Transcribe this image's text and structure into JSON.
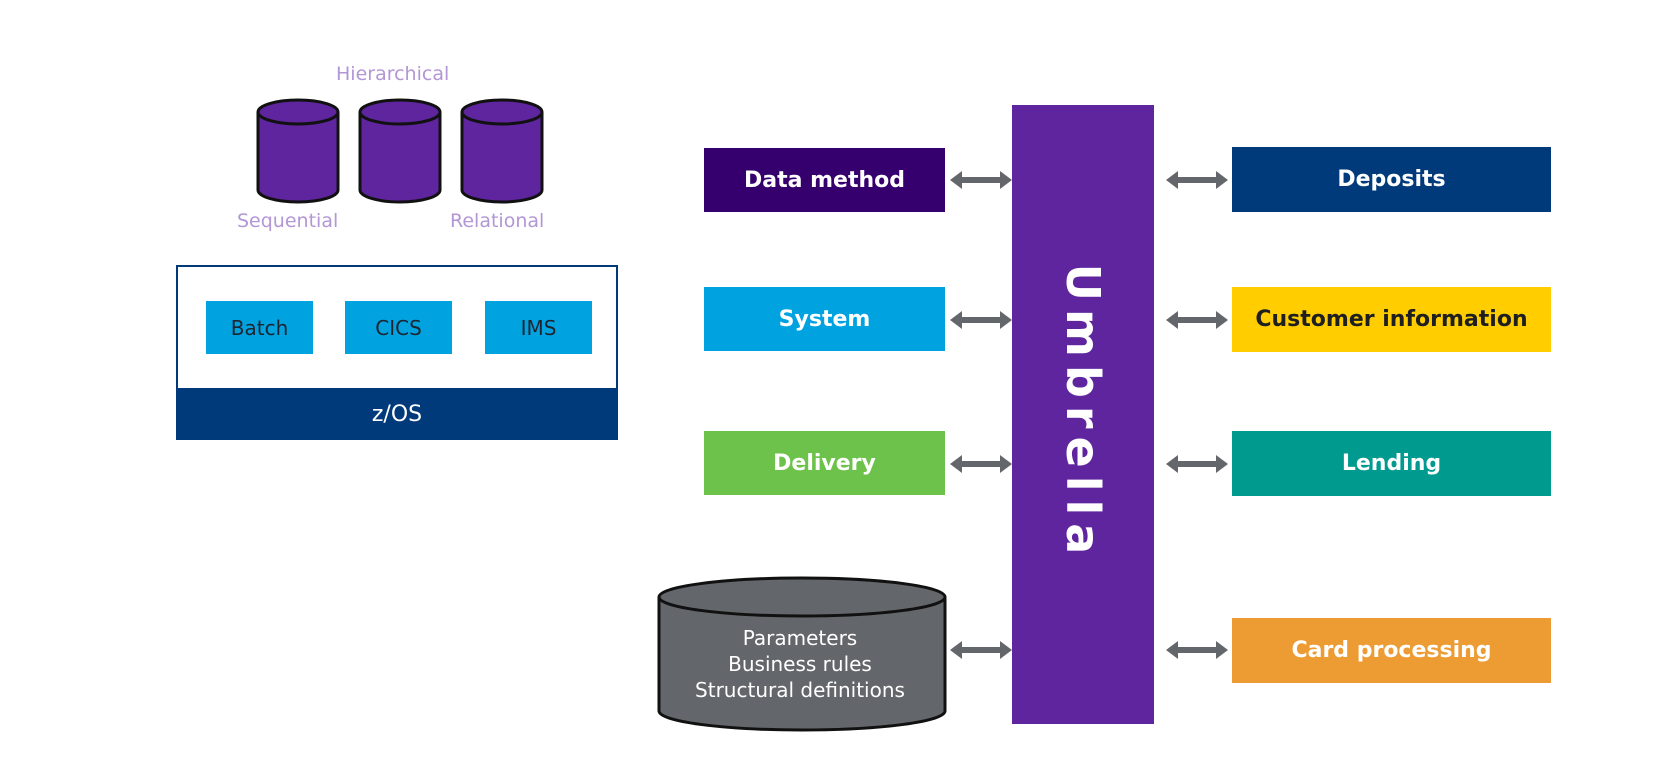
{
  "databases": {
    "top_label": "Hierarchical",
    "left_label": "Sequential",
    "right_label": "Relational",
    "cylinder_color": "#5e259e"
  },
  "zos": {
    "platform_label": "z/OS",
    "apps": [
      "Batch",
      "CICS",
      "IMS"
    ],
    "platform_color": "#003a7a",
    "app_color": "#00a3e0"
  },
  "umbrella": {
    "label": "Umbrella",
    "color": "#5e259e"
  },
  "left_nodes": [
    {
      "label": "Data method",
      "color": "#35006e"
    },
    {
      "label": "System",
      "color": "#00a3e0"
    },
    {
      "label": "Delivery",
      "color": "#6cc24a"
    }
  ],
  "repository": {
    "lines": [
      "Parameters",
      "Business rules",
      "Structural definitions"
    ],
    "color": "#63666a"
  },
  "right_nodes": [
    {
      "label": "Deposits",
      "color": "#003a7a"
    },
    {
      "label": "Customer information",
      "color": "#ffcd00"
    },
    {
      "label": "Lending",
      "color": "#009a8f"
    },
    {
      "label": "Card processing",
      "color": "#ed9b33"
    }
  ],
  "arrow_color": "#63666a"
}
